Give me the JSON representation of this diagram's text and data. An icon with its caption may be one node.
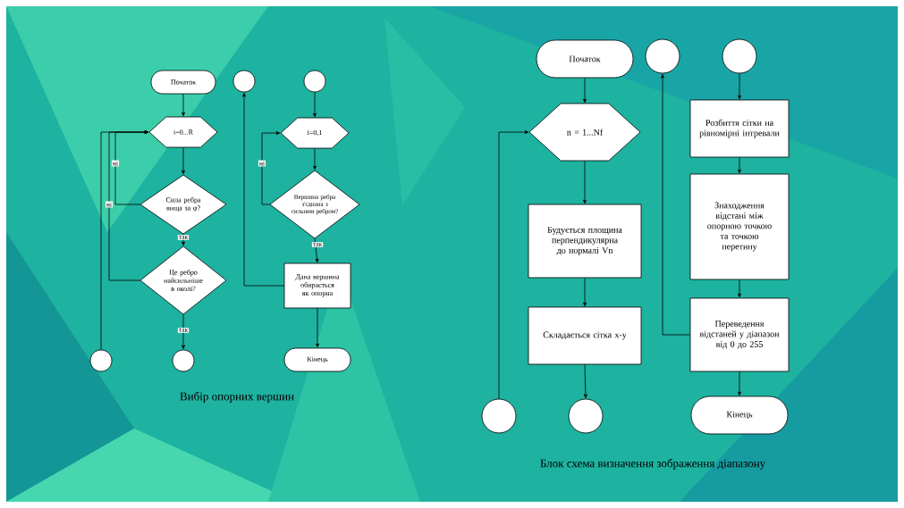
{
  "diagram": {
    "nodes": [
      {
        "text": [
          "Початок"
        ]
      },
      {
        "text": [
          "i=0...R"
        ]
      },
      {
        "text": [
          "Сила ребра вища за φ?"
        ]
      },
      {
        "text": [
          "Це ребро найсильніше в околі?"
        ]
      },
      {
        "text": [],
        "shape": "circle"
      },
      {
        "text": [],
        "shape": "circle"
      },
      {
        "text": [],
        "shape": "circle"
      },
      {
        "text": [],
        "shape": "circle"
      },
      {
        "text": [
          "i=0,1"
        ]
      },
      {
        "text": [
          "Вершина ребра з'єднана з сильним ребром?"
        ]
      },
      {
        "text": [
          "Дана вершина обирається як опорна"
        ]
      },
      {
        "text": [
          "Кінець"
        ]
      },
      {
        "text": [
          "Початок"
        ]
      },
      {
        "text": [
          "n = 1...Nf"
        ]
      },
      {
        "text": [
          "Будується площина перпендикулярна до нормалі Vn"
        ]
      },
      {
        "text": [
          "Складається сітка х-у"
        ]
      },
      {
        "text": [],
        "shape": "circle"
      },
      {
        "text": [],
        "shape": "circle"
      },
      {
        "text": [],
        "shape": "circle"
      },
      {
        "text": [],
        "shape": "circle"
      },
      {
        "text": [
          "Розбиття сітки на рівномірні інтревали"
        ]
      },
      {
        "text": [
          "Знаходження відстані між опорною точкою та точкою перетину"
        ]
      },
      {
        "text": [
          "Переведення відстаней у діапазон від 0 до 255"
        ]
      },
      {
        "text": [
          "Кінець"
        ]
      }
    ],
    "edges": [
      {
        "from": 0,
        "to": 1,
        "arrow": "to"
      },
      {
        "from": 1,
        "to": 2,
        "arrow": "to"
      },
      {
        "from": 2,
        "to": 3,
        "arrow": "to",
        "label": "так"
      },
      {
        "from": 3,
        "to": 5,
        "arrow": "to",
        "label": "так"
      },
      {
        "from": 2,
        "to": 1,
        "arrow": "to",
        "label": "ні"
      },
      {
        "from": 3,
        "to": 1,
        "arrow": "to",
        "label": "ні"
      },
      {
        "from": 4,
        "to": 1,
        "arrow": "to"
      },
      {
        "from": 7,
        "to": 8,
        "arrow": "to"
      },
      {
        "from": 8,
        "to": 9,
        "arrow": "to"
      },
      {
        "from": 9,
        "to": 8,
        "arrow": "to",
        "label": "ні"
      },
      {
        "from": 9,
        "to": 10,
        "arrow": "to",
        "label": "так"
      },
      {
        "from": 10,
        "to": 11,
        "arrow": "to"
      },
      {
        "from": 10,
        "to": 6,
        "arrow": "to"
      },
      {
        "from": 12,
        "to": 13,
        "arrow": "to"
      },
      {
        "from": 13,
        "to": 14,
        "arrow": "to"
      },
      {
        "from": 14,
        "to": 15,
        "arrow": "to"
      },
      {
        "from": 15,
        "to": 17,
        "arrow": "to"
      },
      {
        "from": 16,
        "to": 13,
        "arrow": "to"
      },
      {
        "from": 19,
        "to": 20,
        "arrow": "to"
      },
      {
        "from": 20,
        "to": 21,
        "arrow": "to"
      },
      {
        "from": 21,
        "to": 22,
        "arrow": "to"
      },
      {
        "from": 22,
        "to": 23,
        "arrow": "to"
      },
      {
        "from": 22,
        "to": 18,
        "arrow": "to"
      }
    ],
    "labels": [
      "Вибір опорних вершин",
      "Блок схема визначення зображення діапазону"
    ]
  }
}
